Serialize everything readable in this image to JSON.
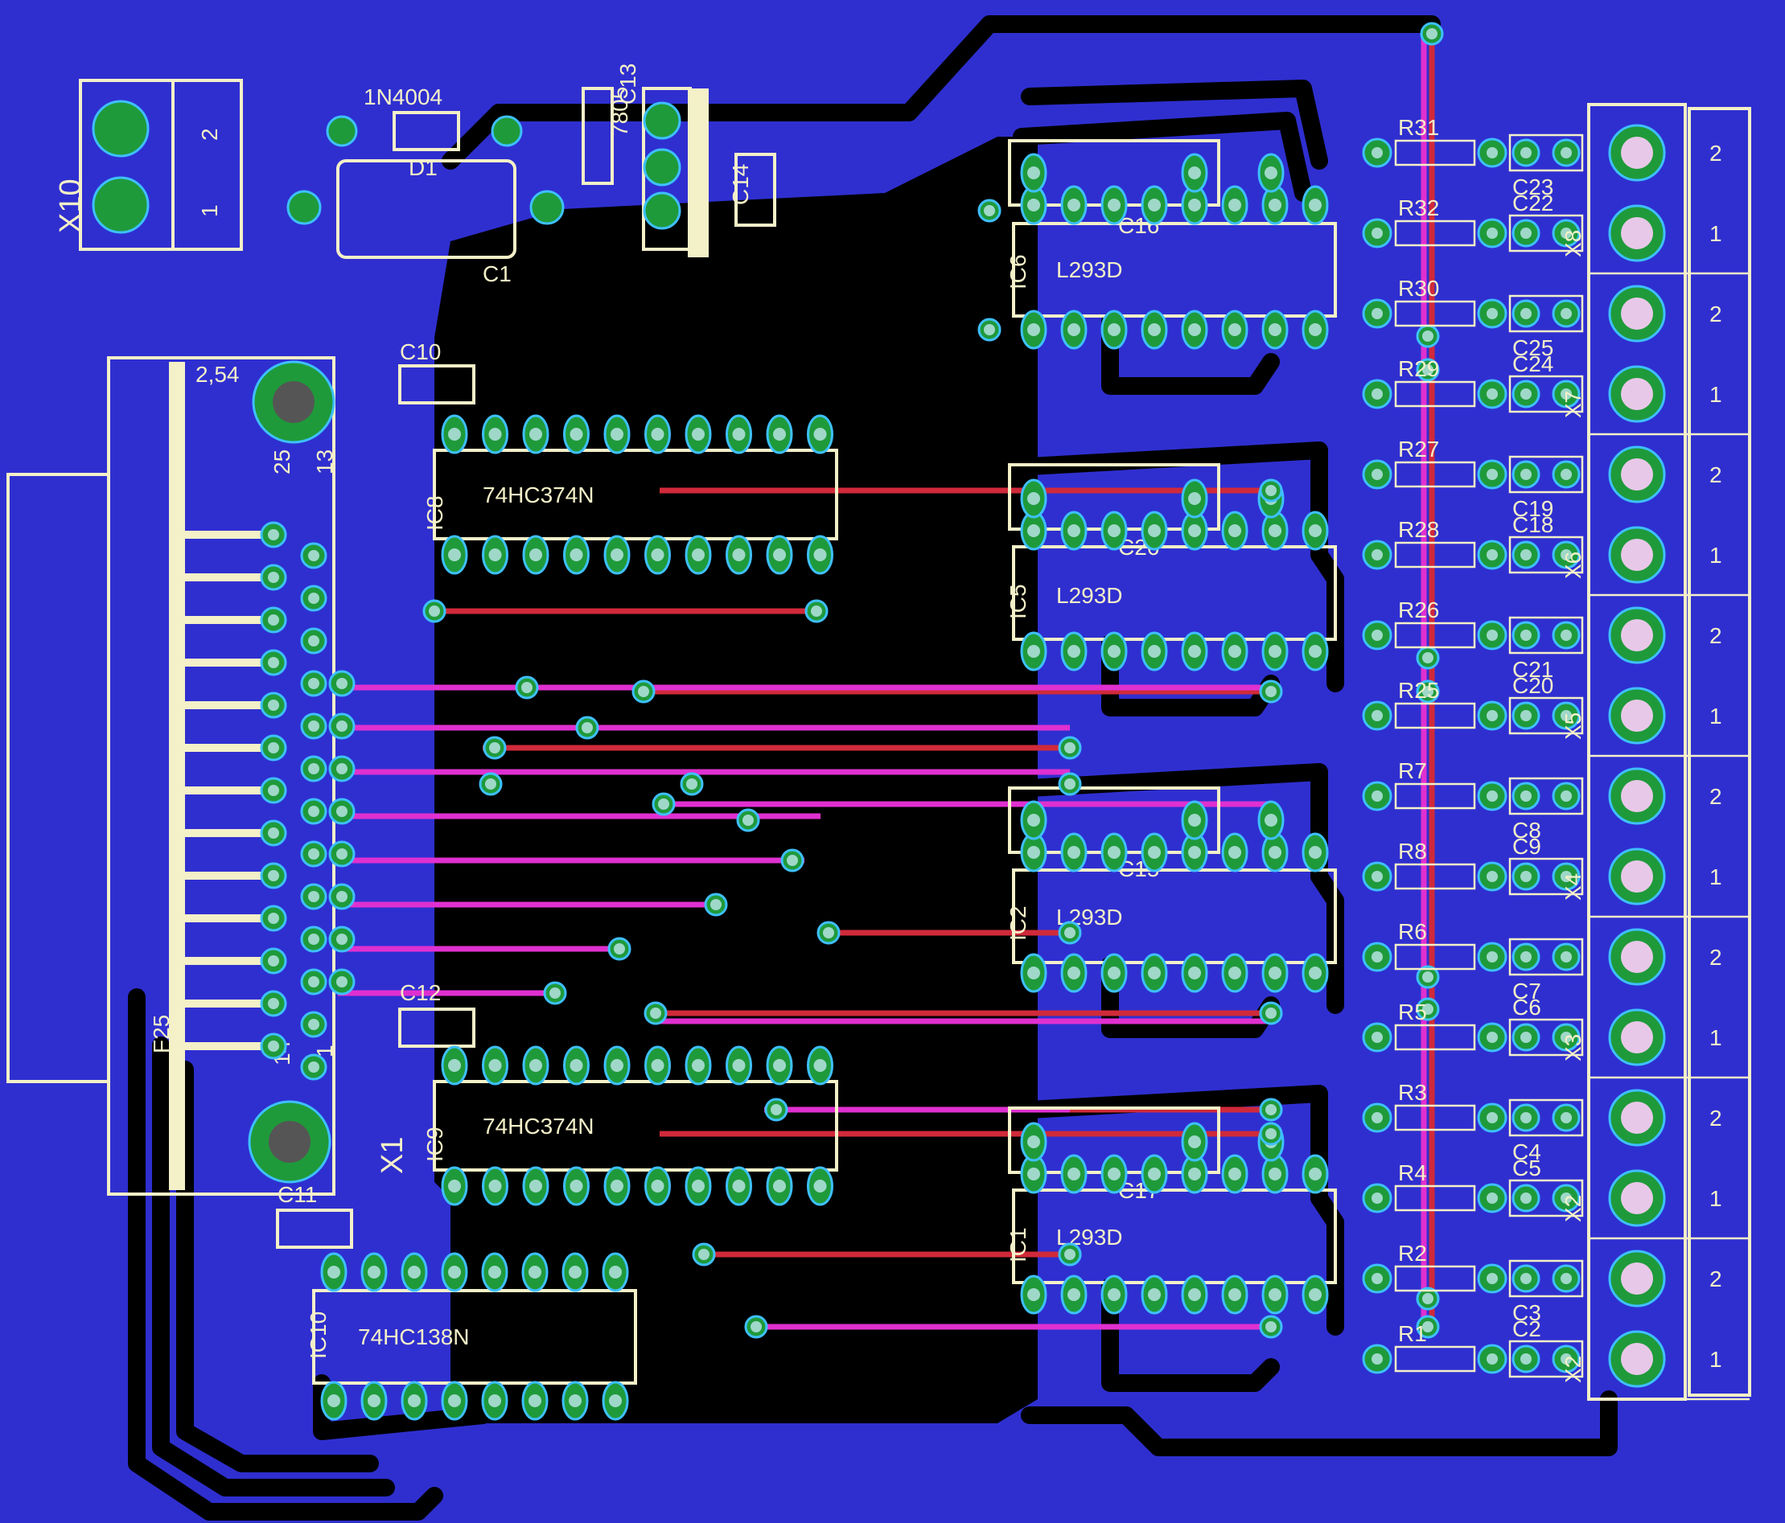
{
  "board": {
    "background_color": "#2f2fd0",
    "copper_pour_color": "#000000",
    "silkscreen_color": "#f4f0c8",
    "pad_color": "#1f9a3a",
    "top_trace_color": "#d02a3a",
    "bottom_trace_color": "#e030d0"
  },
  "power": {
    "connector": "X10",
    "connector_pins": [
      "2",
      "1"
    ],
    "diode_value": "1N4004",
    "diode_ref": "D1",
    "cap_c1": "C1",
    "regulator_text": "7805",
    "cap_c13": "C13",
    "cap_c14": "C14"
  },
  "dsub": {
    "ref": "X1",
    "type": "F25",
    "spacing": "2,54",
    "pin_25": "25",
    "pin_13": "13",
    "pin_14": "14",
    "pin_1": "1",
    "cap_c10": "C10",
    "cap_c12": "C12",
    "cap_c11": "C11"
  },
  "logic_ics": [
    {
      "ref": "IC8",
      "value": "74HC374N"
    },
    {
      "ref": "IC9",
      "value": "74HC374N"
    },
    {
      "ref": "IC10",
      "value": "74HC138N"
    }
  ],
  "drivers": [
    {
      "ref": "IC6",
      "value": "L293D",
      "cap": "C16"
    },
    {
      "ref": "IC5",
      "value": "L293D",
      "cap": "C26"
    },
    {
      "ref": "IC2",
      "value": "L293D",
      "cap": "C15"
    },
    {
      "ref": "IC1",
      "value": "L293D",
      "cap": "C17"
    }
  ],
  "resistors": [
    "R31",
    "R32",
    "R30",
    "R29",
    "R27",
    "R28",
    "R26",
    "R25",
    "R7",
    "R8",
    "R6",
    "R5",
    "R3",
    "R4",
    "R2",
    "R1"
  ],
  "output_caps": [
    "C23",
    "C22",
    "C25",
    "C24",
    "C19",
    "C18",
    "C21",
    "C20",
    "C8",
    "C9",
    "C7",
    "C6",
    "C4",
    "C5",
    "C3",
    "C2"
  ],
  "output_connectors": [
    "X8",
    "X7",
    "X6",
    "X5",
    "X4",
    "X3",
    "X2",
    "X2"
  ],
  "terminal_pins": [
    "2",
    "1",
    "2",
    "1",
    "2",
    "1",
    "2",
    "1",
    "2",
    "1",
    "2",
    "1",
    "2",
    "1",
    "2",
    "1"
  ]
}
